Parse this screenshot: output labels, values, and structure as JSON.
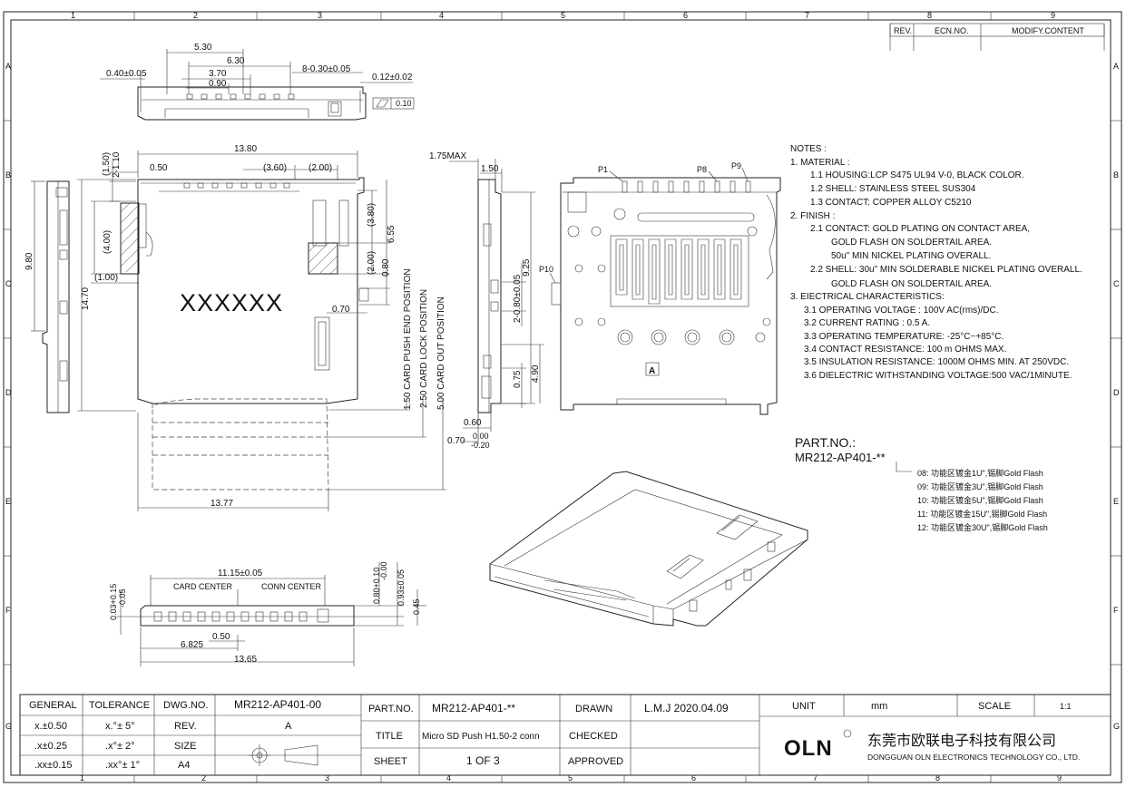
{
  "zones": {
    "top": [
      "1",
      "2",
      "3",
      "4",
      "5",
      "6",
      "7",
      "8",
      "9"
    ],
    "bottom": [
      "1",
      "2",
      "3",
      "4",
      "5",
      "6",
      "7",
      "8",
      "9"
    ],
    "left": [
      "A",
      "B",
      "C",
      "D",
      "E",
      "F",
      "G"
    ],
    "right": [
      "A",
      "B",
      "C",
      "D",
      "E",
      "F",
      "G"
    ]
  },
  "revision_block": {
    "rev": "REV.",
    "ecn": "ECN.NO.",
    "modify": "MODIFY.CONTENT"
  },
  "dimensions": {
    "top_view": [
      "5.30",
      "6.30",
      "0.40±0.05",
      "3.70",
      "0.90",
      "8-0.30±0.05",
      "0.12±0.02",
      "0.10"
    ],
    "front_view": [
      "13.80",
      "0.50",
      "(3.60)",
      "(2.00)",
      "(1.50)",
      "2-1.10",
      "(4.00)",
      "(1.00)",
      "(3.80)",
      "6.55",
      "(2.00)",
      "0.80",
      "0.70",
      "9.80",
      "14.70",
      "13.77"
    ],
    "positions": [
      "1.50 CARD PUSH END POSITION",
      "2.50 CARD LOCK POSITION",
      "5.00 CARD OUT POSITION"
    ],
    "side_view": [
      "1.75MAX",
      "1.50",
      "9.25",
      "2-0.80±0.05",
      "0.75",
      "4.90",
      "0.60",
      "0.70",
      "0.00",
      "-0.20"
    ],
    "bottom_view": [
      "11.15±0.05",
      "CARD CENTER",
      "CONN CENTER",
      "0.03+0.15",
      "-0.05",
      "0.80+0.10",
      "-0.00",
      "0.93±0.05",
      "0.45",
      "0.50",
      "6.825",
      "13.65"
    ],
    "pins": [
      "P1",
      "P8",
      "P9",
      "P10"
    ],
    "marking": "XXXXXX",
    "pin_a": "A"
  },
  "notes": {
    "header": "NOTES :",
    "lines": [
      "1.  MATERIAL  :",
      "1.1  HOUSING:LCP  S475  UL94  V-0,  BLACK  COLOR.",
      "1.2  SHELL:  STAINLESS  STEEL  SUS304",
      "1.3  CONTACT:  COPPER  ALLOY  C5210",
      "2.  FINISH  :",
      "2.1  CONTACT:  GOLD  PLATING  ON  CONTACT  AREA,",
      "GOLD  FLASH  ON  SOLDERTAIL  AREA.",
      "50u\"  MIN  NICKEL  PLATING  OVERALL.",
      "2.2  SHELL:  30u\"  MIN  SOLDERABLE  NICKEL  PLATING  OVERALL.",
      "GOLD  FLASH  ON  SOLDERTAIL  AREA.",
      "3.  EIECTRICAL  CHARACTERISTICS:",
      "3.1  OPERATING  VOLTAGE  :  100V  AC(rms)/DC.",
      "3.2  CURRENT  RATING  :  0.5  A.",
      "3.3  OPERATING  TEMPERATURE:  -25°C~+85°C.",
      "3.4  CONTACT  RESISTANCE:  100  m  OHMS  MAX.",
      "3.5  INSULATION  RESISTANCE:  1000M  OHMS  MIN.  AT  250VDC.",
      "3.6  DIELECTRIC  WITHSTANDING  VOLTAGE:500  VAC/1MINUTE."
    ]
  },
  "part_number": {
    "label": "PART.NO.:",
    "value": "MR212-AP401-**",
    "options": [
      "08: 功能区镀金1U\",锡脚Gold Flash",
      "09: 功能区镀金3U\",锡脚Gold Flash",
      "10: 功能区镀金5U\",锡脚Gold Flash",
      "11: 功能区镀金15U\",锡脚Gold Flash",
      "12: 功能区镀金30U\",锡脚Gold Flash"
    ]
  },
  "title_block": {
    "general": "GENERAL",
    "tolerance": "TOLERANCE",
    "dwg_no_label": "DWG.NO.",
    "dwg_no": "MR212-AP401-00",
    "tol_rows": [
      [
        "x.±0.50",
        "x.°± 5°"
      ],
      [
        ".x±0.25",
        ".x°± 2°"
      ],
      [
        ".xx±0.15",
        ".xx°± 1°"
      ]
    ],
    "rev_label": "REV.",
    "rev": "A",
    "size_label": "SIZE",
    "size": "A4",
    "part_no_label": "PART.NO.",
    "part_no": "MR212-AP401-**",
    "title_label": "TITLE",
    "title": "Micro SD Push H1.50-2 conn",
    "sheet_label": "SHEET",
    "sheet": "1  OF  3",
    "drawn_label": "DRAWN",
    "drawn": "L.M.J  2020.04.09",
    "checked_label": "CHECKED",
    "approved_label": "APPROVED",
    "unit_label": "UNIT",
    "unit": "mm",
    "scale_label": "SCALE",
    "scale": "1:1",
    "logo": "OLN",
    "company_cn": "东莞市欧联电子科技有限公司",
    "company_en": "DONGGUAN  OLN  ELECTRONICS  TECHNOLOGY  CO.,  LTD."
  }
}
